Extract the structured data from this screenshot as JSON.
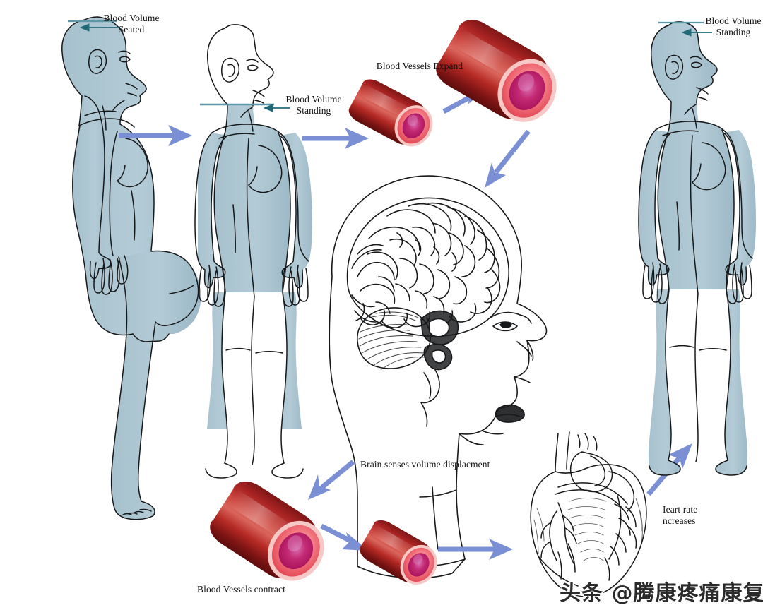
{
  "diagram": {
    "title": "Orthostatic blood volume regulation cycle",
    "background": "#ffffff",
    "colors": {
      "body_fill": "#aec7d3",
      "body_outline": "#1a1a1a",
      "volume_line": "#5f97a8",
      "volume_arrow": "#216b78",
      "flow_arrow": "#7b8fd4",
      "vessel_outer_dark": "#6e1212",
      "vessel_outer_mid": "#b22222",
      "vessel_outer_light": "#d9585a",
      "vessel_rim": "#f07080",
      "vessel_rim_pale": "#f7c3c3",
      "vessel_lumen": "#c01a63",
      "vessel_lumen_light": "#d4569a",
      "line_art": "#1a1a1a",
      "text": "#111111"
    }
  },
  "labels": {
    "blood_volume_seated": "Blood Volume\nSeated",
    "blood_volume_standing_left": "Blood Volume\nStanding",
    "blood_vessels_expand": "Blood Vessels Expand",
    "brain_senses": "Brain senses volume displacment",
    "blood_vessels_contract": "Blood Vessels contract",
    "heart_rate_increases": "Ieart rate\nncreases",
    "blood_volume_standing_right": "Blood Volume\nStanding"
  },
  "figures": [
    {
      "id": "figure-seated",
      "name": "seated-woman-figure",
      "posture": "seated",
      "fill_level": "full-to-top-of-head",
      "label": "Blood Volume\nSeated"
    },
    {
      "id": "figure-standing-pooled",
      "name": "standing-woman-figure-pooled",
      "posture": "standing",
      "fill_level": "chest-down",
      "label": "Blood Volume\nStanding"
    },
    {
      "id": "figure-standing-restored",
      "name": "standing-woman-figure-restored",
      "posture": "standing",
      "fill_level": "full-to-top-of-head",
      "label": "Blood Volume\nStanding"
    }
  ],
  "vessels": [
    {
      "id": "vessel-small-expand-start",
      "name": "blood-vessel-narrow-top",
      "state": "narrow"
    },
    {
      "id": "vessel-large-expanded",
      "name": "blood-vessel-expanded-top",
      "state": "expanded"
    },
    {
      "id": "vessel-large-contract-start",
      "name": "blood-vessel-expanded-bottom",
      "state": "expanded"
    },
    {
      "id": "vessel-small-contracted",
      "name": "blood-vessel-contracted-bottom",
      "state": "contracted"
    }
  ],
  "organs": [
    {
      "id": "brain-head",
      "name": "brain-head-illustration"
    },
    {
      "id": "heart",
      "name": "heart-illustration"
    }
  ],
  "flow_arrows": [
    {
      "id": "arrow-seated-to-standing",
      "from": "figure-seated",
      "to": "figure-standing-pooled",
      "direction": "right"
    },
    {
      "id": "arrow-standing-to-vessel",
      "from": "figure-standing-pooled",
      "to": "vessel-small-expand-start",
      "direction": "right"
    },
    {
      "id": "arrow-vessel-expand",
      "from": "vessel-small-expand-start",
      "to": "vessel-large-expanded",
      "direction": "up-right"
    },
    {
      "id": "arrow-vessel-to-brain",
      "from": "vessel-large-expanded",
      "to": "brain-head",
      "direction": "down-left"
    },
    {
      "id": "arrow-brain-to-vessel",
      "from": "brain-head",
      "to": "vessel-large-contract-start",
      "direction": "down-left"
    },
    {
      "id": "arrow-contract",
      "from": "vessel-large-contract-start",
      "to": "vessel-small-contracted",
      "direction": "right"
    },
    {
      "id": "arrow-vessel-to-heart",
      "from": "vessel-small-contracted",
      "to": "heart",
      "direction": "right"
    },
    {
      "id": "arrow-heart-to-standing",
      "from": "heart",
      "to": "figure-standing-restored",
      "direction": "up-right"
    }
  ],
  "watermark": {
    "text": "头条 @腾康疼痛康复"
  }
}
